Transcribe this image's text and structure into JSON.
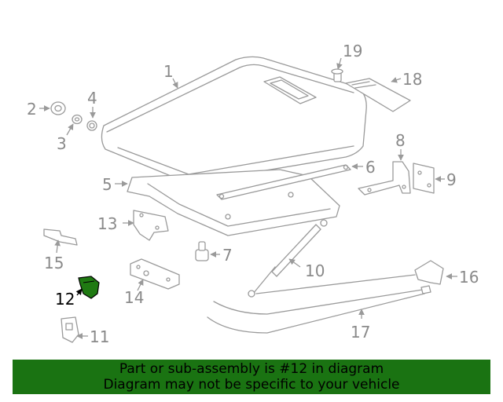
{
  "callouts": {
    "c1": "1",
    "c2": "2",
    "c3": "3",
    "c4": "4",
    "c5": "5",
    "c6": "6",
    "c7": "7",
    "c8": "8",
    "c9": "9",
    "c10": "10",
    "c11": "11",
    "c12": "12",
    "c13": "13",
    "c14": "14",
    "c15": "15",
    "c16": "16",
    "c17": "17",
    "c18": "18",
    "c19": "19"
  },
  "highlighted_part": "12",
  "colors": {
    "highlight": "#1a7312",
    "line_art": "#9a9a9a"
  },
  "banner": {
    "line1": "Part or sub-assembly is #12 in diagram",
    "line2": "Diagram may not be specific to your vehicle"
  }
}
